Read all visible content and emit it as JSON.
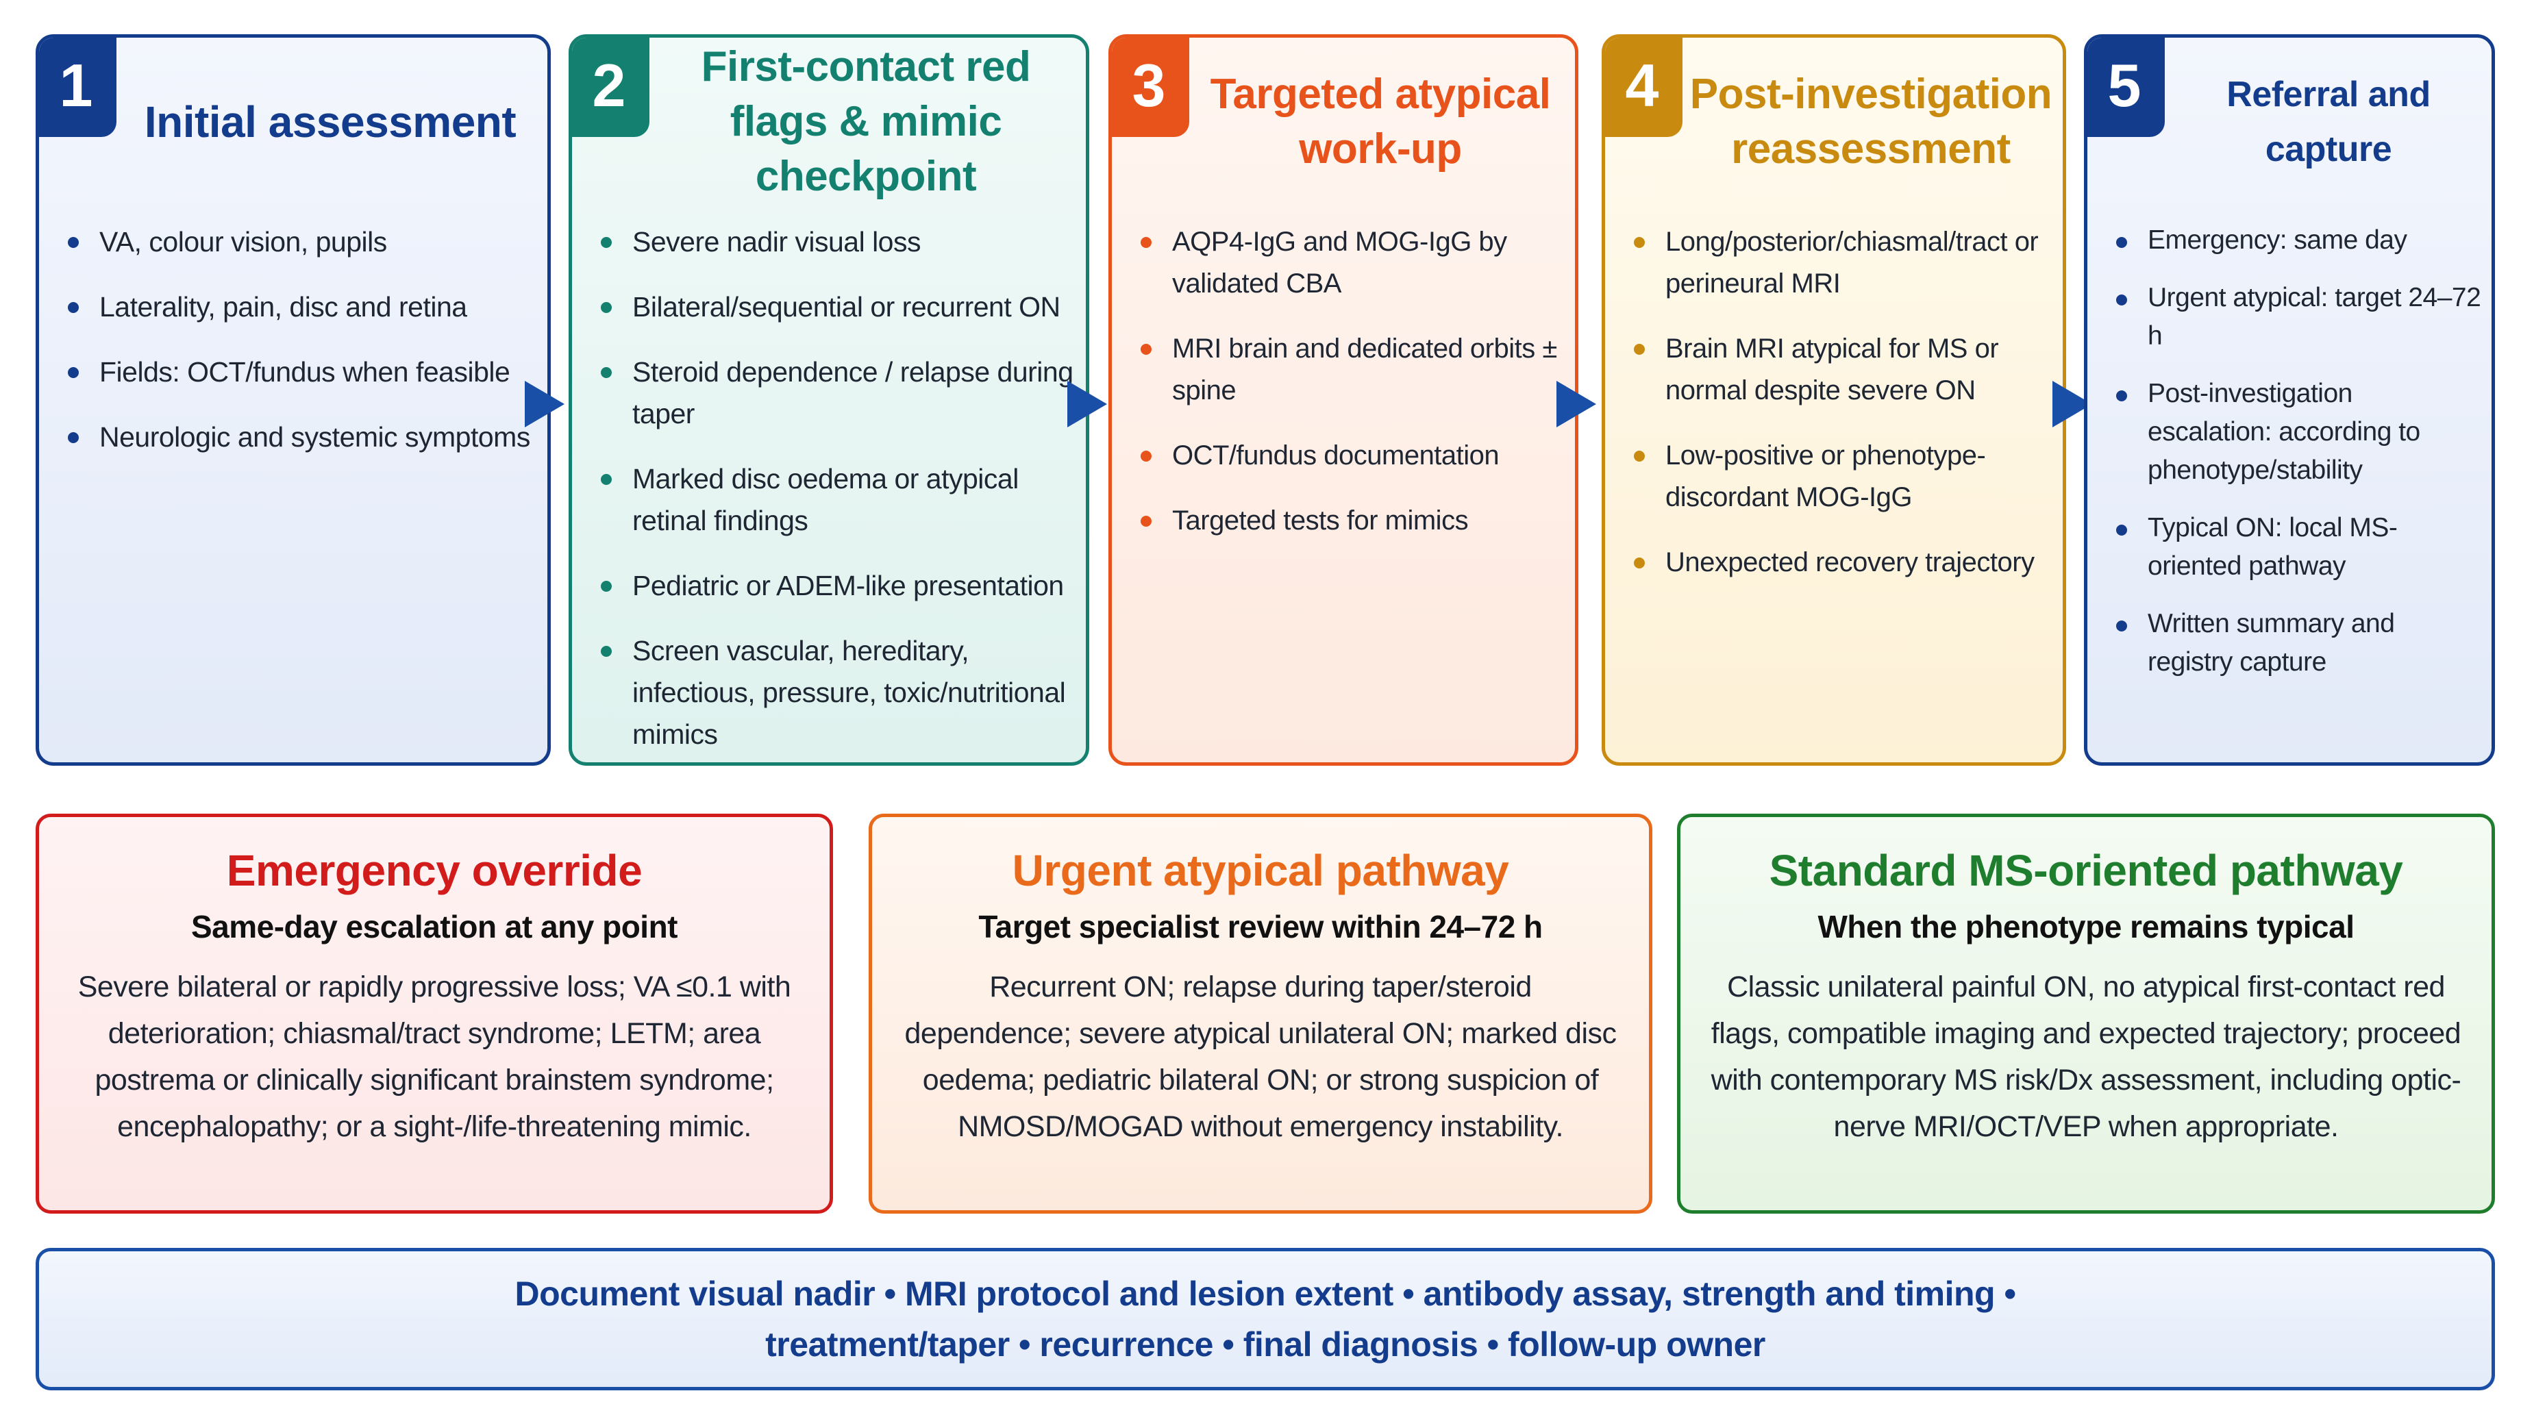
{
  "steps": [
    {
      "number": "1",
      "title": "Initial assessment",
      "items": [
        "VA, colour vision, pupils",
        "Laterality, pain, disc and retina",
        "Fields: OCT/fundus when feasible",
        "Neurologic and systemic symptoms"
      ]
    },
    {
      "number": "2",
      "title": "First-contact red flags & mimic checkpoint",
      "items": [
        "Severe nadir visual loss",
        "Bilateral/sequential or recurrent ON",
        "Steroid dependence / relapse during taper",
        "Marked disc oedema or atypical retinal findings",
        "Pediatric or ADEM-like presentation",
        "Screen vascular, hereditary, infectious, pressure, toxic/nutritional mimics"
      ]
    },
    {
      "number": "3",
      "title": "Targeted atypical work-up",
      "items": [
        "AQP4-IgG and MOG-IgG by validated CBA",
        "MRI brain and dedicated orbits ± spine",
        "OCT/fundus documentation",
        "Targeted tests for mimics"
      ]
    },
    {
      "number": "4",
      "title": "Post-investigation reassessment",
      "items": [
        "Long/posterior/chiasmal/tract or perineural MRI",
        "Brain MRI atypical for MS or normal despite severe ON",
        "Low-positive or phenotype-discordant MOG-IgG",
        "Unexpected recovery trajectory"
      ]
    },
    {
      "number": "5",
      "title": "Referral and capture",
      "items": [
        "Emergency: same day",
        "Urgent atypical: target 24–72 h",
        "Post-investigation escalation: according to phenotype/stability",
        "Typical ON: local MS-oriented pathway",
        "Written summary and registry capture"
      ]
    }
  ],
  "pathways": [
    {
      "title": "Emergency override",
      "subtitle": "Same-day escalation at any point",
      "body": "Severe bilateral or rapidly progressive loss; VA ≤0.1 with deterioration; chiasmal/tract syndrome; LETM; area postrema or clinically significant brainstem syndrome; encephalopathy; or a sight-/life-threatening mimic."
    },
    {
      "title": "Urgent atypical pathway",
      "subtitle": "Target specialist review within 24–72 h",
      "body": "Recurrent ON; relapse during taper/steroid dependence; severe atypical unilateral ON; marked disc oedema; pediatric bilateral ON; or strong suspicion of NMOSD/MOGAD without emergency instability."
    },
    {
      "title": "Standard MS-oriented pathway",
      "subtitle": "When the phenotype remains typical",
      "body": "Classic unilateral painful ON, no atypical first-contact red flags, compatible imaging and expected trajectory; proceed with contemporary MS risk/Dx assessment, including optic-nerve MRI/OCT/VEP when appropriate."
    }
  ],
  "banner": {
    "text": "Document visual nadir • MRI protocol and lesion extent • antibody assay, strength and timing • treatment/taper • recurrence • final diagnosis • follow-up owner"
  },
  "colors": {
    "step1": "#143c8c",
    "step2": "#138070",
    "step3": "#e8521b",
    "step4": "#c98a10",
    "step5": "#143c8c",
    "emergency": "#d21c1c",
    "urgent": "#ea6a1c",
    "standard": "#1e7e2e",
    "arrow": "#1a4fa8"
  },
  "icons": [
    "right-arrow-icon"
  ]
}
